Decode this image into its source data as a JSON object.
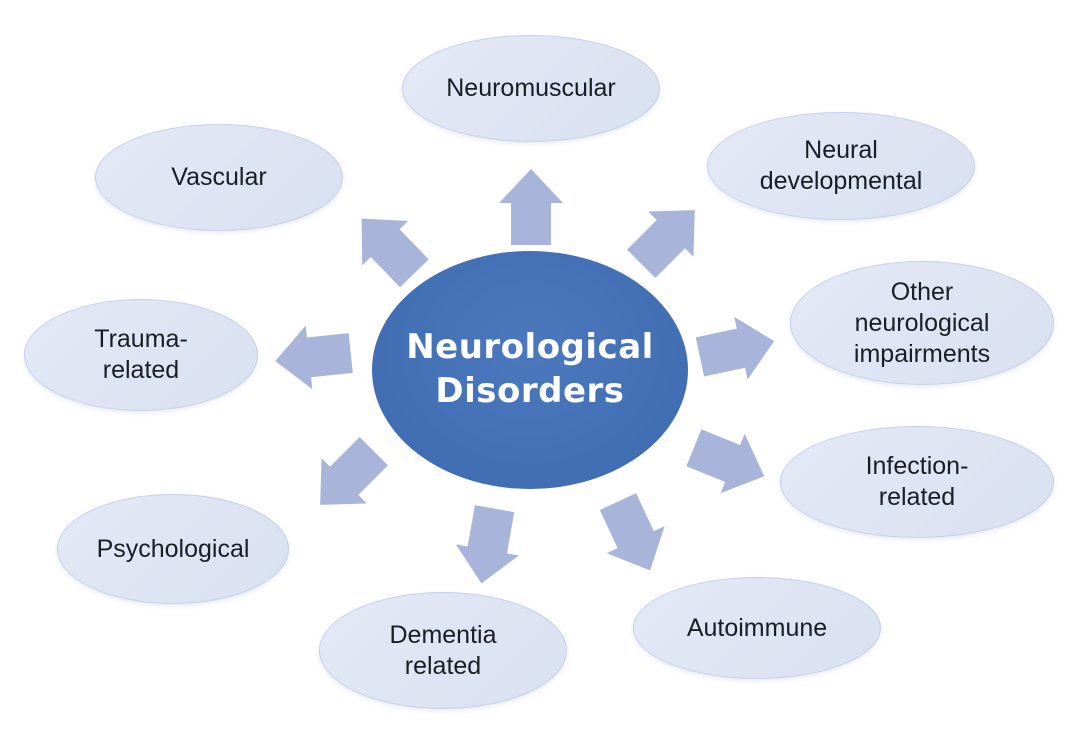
{
  "diagram": {
    "title": "Neurological Disorders concept map",
    "center_node": {
      "lines": [
        "Neurological",
        "Disorders"
      ]
    },
    "nodes": [
      {
        "id": "neuromuscular",
        "label": "Neuromuscular",
        "lines": [
          "Neuromuscular"
        ]
      },
      {
        "id": "vascular",
        "label": "Vascular",
        "lines": [
          "Vascular"
        ]
      },
      {
        "id": "neural-developmental",
        "label": "Neural developmental",
        "lines": [
          "Neural",
          "developmental"
        ]
      },
      {
        "id": "other-neurological-impairments",
        "label": "Other neurological impairments",
        "lines": [
          "Other",
          "neurological",
          "impairments"
        ]
      },
      {
        "id": "infection-related",
        "label": "Infection-related",
        "lines": [
          "Infection-",
          "related"
        ]
      },
      {
        "id": "autoimmune",
        "label": "Autoimmune",
        "lines": [
          "Autoimmune"
        ]
      },
      {
        "id": "dementia-related",
        "label": "Dementia related",
        "lines": [
          "Dementia",
          "related"
        ]
      },
      {
        "id": "psychological",
        "label": "Psychological",
        "lines": [
          "Psychological"
        ]
      },
      {
        "id": "trauma-related",
        "label": "Trauma-related",
        "lines": [
          "Trauma-",
          "related"
        ]
      }
    ],
    "arrows": [
      "arrow-to-neuromuscular",
      "arrow-to-neural-developmental",
      "arrow-to-other-neurological-impairments",
      "arrow-to-infection-related",
      "arrow-to-autoimmune",
      "arrow-to-dementia-related",
      "arrow-to-psychological",
      "arrow-to-trauma-related",
      "arrow-to-vascular"
    ],
    "colors": {
      "center_fill": "#4370b5",
      "center_text": "#ffffff",
      "node_fill": "#dde3f1",
      "node_text": "#1b1d24",
      "arrow_fill": "#a8b4d9",
      "background": "#ffffff"
    }
  }
}
